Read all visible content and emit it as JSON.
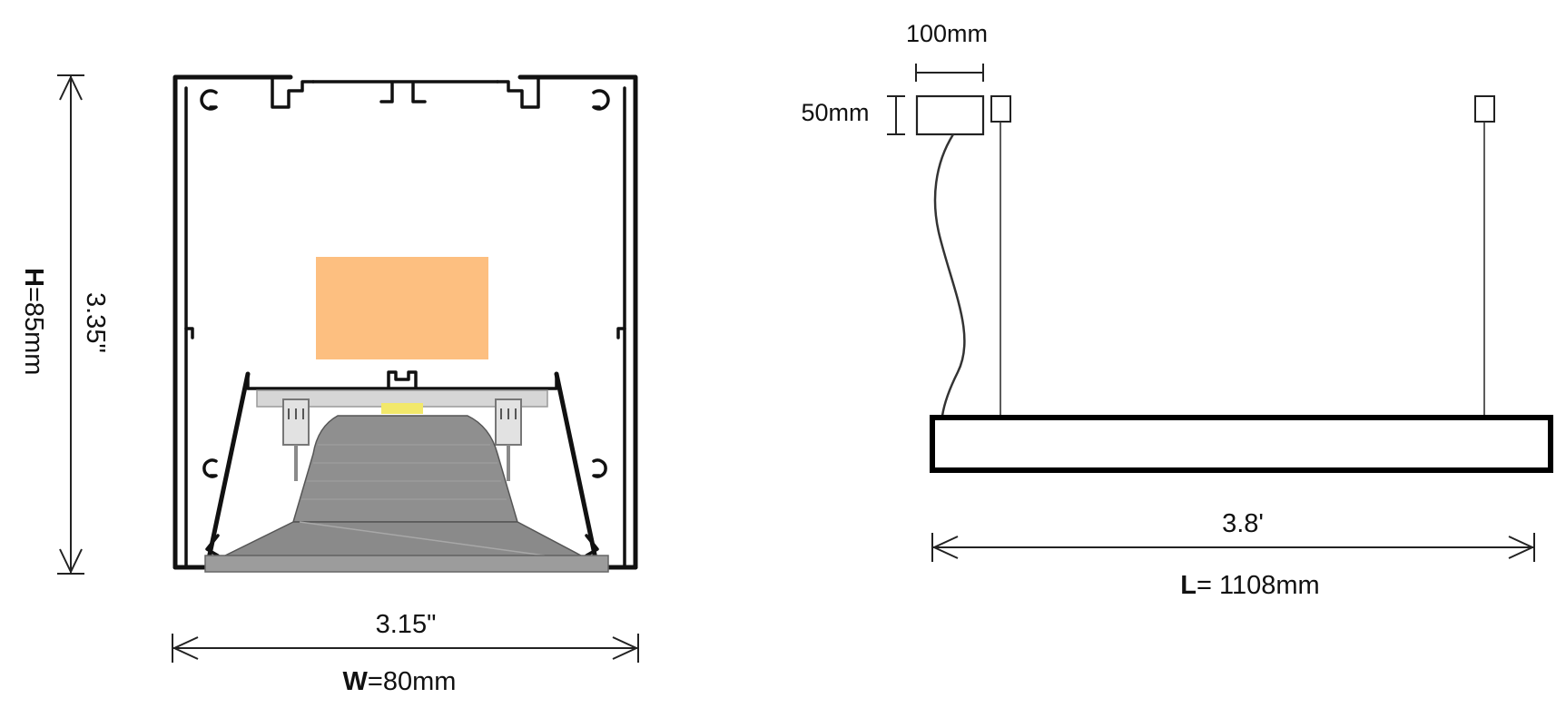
{
  "cross_section": {
    "height_label_bold": "H",
    "height_label_rest": "=85mm",
    "height_inches": "3.35\"",
    "width_inches": "3.15\"",
    "width_label_bold": "W",
    "width_label_rest": "=80mm"
  },
  "side_view": {
    "canopy_width": "100mm",
    "canopy_height": "50mm",
    "length_feet": "3.8'",
    "length_label_bold": "L",
    "length_label_rest": "= 1108mm"
  },
  "colors": {
    "led_board": "#FDBF80",
    "diffuser_gray": "#8F8F8F",
    "outline": "#111111"
  }
}
